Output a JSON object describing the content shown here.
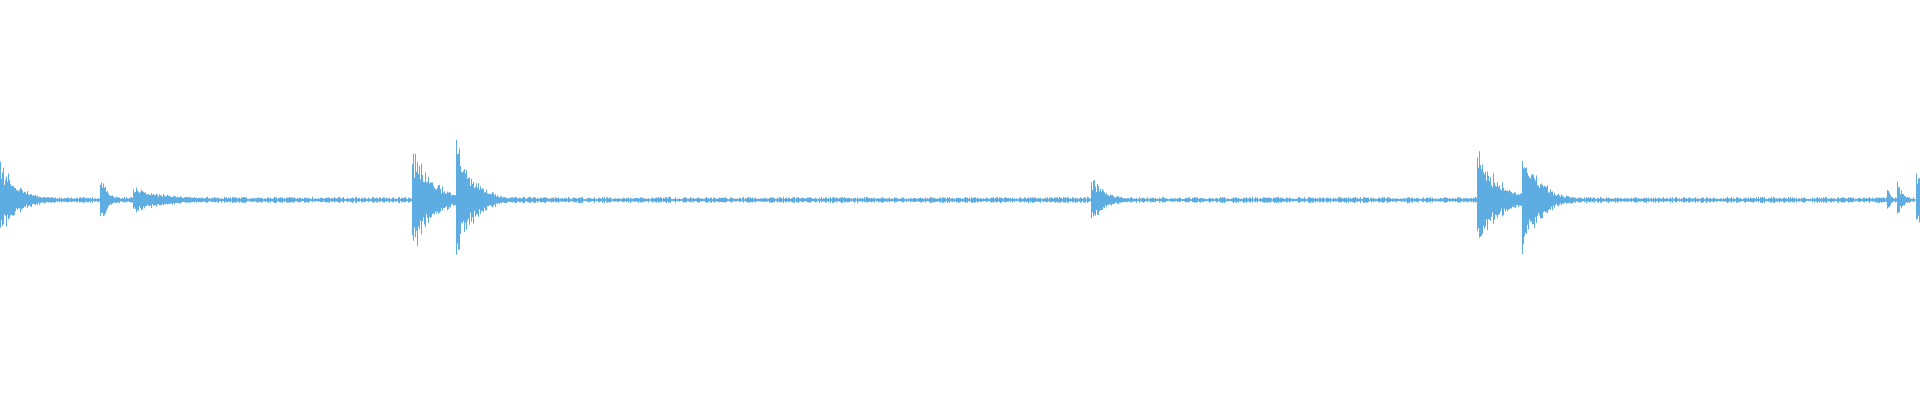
{
  "waveform": {
    "color": "#5dade2",
    "background": "#ffffff",
    "noise_floor": 0.012,
    "events": [
      {
        "onset": 0.0,
        "peak": 0.21,
        "decay": 0.01
      },
      {
        "onset": 0.052,
        "peak": 0.16,
        "decay": 0.004
      },
      {
        "onset": 0.069,
        "peak": 0.075,
        "decay": 0.02
      },
      {
        "onset": 0.2145,
        "peak": 0.31,
        "decay": 0.011
      },
      {
        "onset": 0.2375,
        "peak": 0.35,
        "decay": 0.009
      },
      {
        "onset": 0.568,
        "peak": 0.13,
        "decay": 0.008
      },
      {
        "onset": 0.769,
        "peak": 0.31,
        "decay": 0.011
      },
      {
        "onset": 0.7925,
        "peak": 0.33,
        "decay": 0.009
      },
      {
        "onset": 0.9825,
        "peak": 0.08,
        "decay": 0.002
      },
      {
        "onset": 0.988,
        "peak": 0.12,
        "decay": 0.003
      },
      {
        "onset": 0.9975,
        "peak": 0.24,
        "decay": 0.004
      }
    ]
  }
}
